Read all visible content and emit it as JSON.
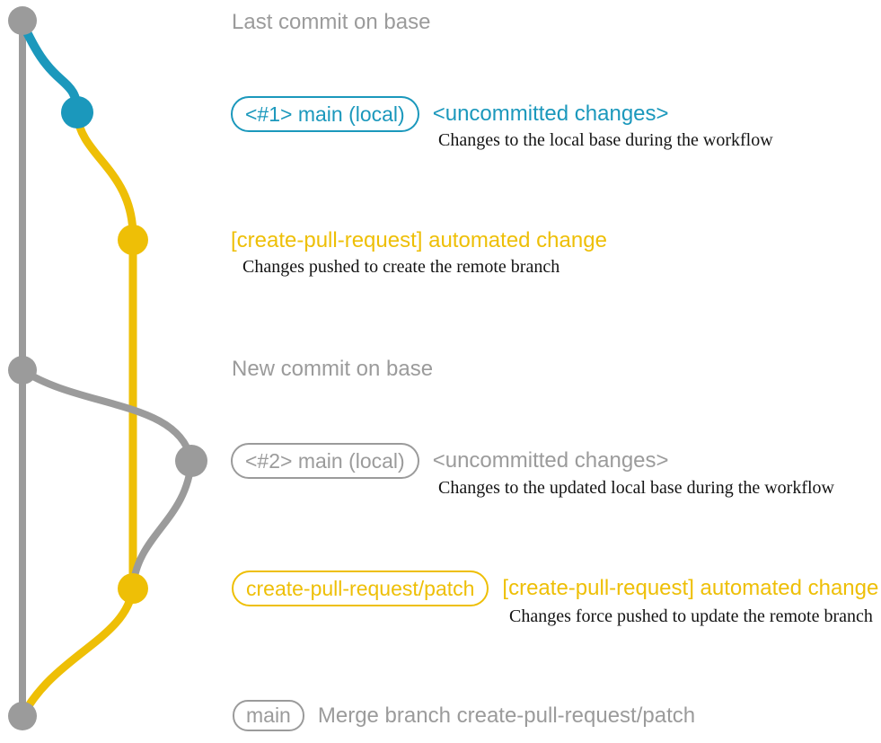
{
  "colors": {
    "gray": "#9b9b9b",
    "teal": "#1b98bc",
    "yellow": "#eebf06",
    "ink": "#141414"
  },
  "rows": [
    {
      "label": "Last commit on base"
    },
    {
      "badge": "<#1> main (local)",
      "label": "<uncommitted changes>",
      "description": "Changes to the local base during the workflow"
    },
    {
      "label": "[create-pull-request] automated change",
      "description": "Changes pushed to create the remote branch"
    },
    {
      "label": "New commit on base"
    },
    {
      "badge": "<#2> main (local)",
      "label": "<uncommitted changes>",
      "description": "Changes to the updated local base during the workflow"
    },
    {
      "badge": "create-pull-request/patch",
      "label": "[create-pull-request] automated change",
      "description": "Changes force pushed to update the remote branch"
    },
    {
      "badge": "main",
      "label": "Merge branch create-pull-request/patch"
    }
  ],
  "graph": {
    "branches": [
      {
        "name": "base",
        "color": "gray"
      },
      {
        "name": "main (local)",
        "color": "teal"
      },
      {
        "name": "create-pull-request/patch",
        "color": "yellow"
      }
    ],
    "commits": [
      {
        "name": "last-commit-on-base",
        "branch": "base"
      },
      {
        "name": "uncommitted-changes-1",
        "branch": "main (local)"
      },
      {
        "name": "automated-change-1",
        "branch": "create-pull-request/patch"
      },
      {
        "name": "new-commit-on-base",
        "branch": "base"
      },
      {
        "name": "uncommitted-changes-2",
        "branch": "main (local)"
      },
      {
        "name": "automated-change-2",
        "branch": "create-pull-request/patch"
      },
      {
        "name": "merge-commit",
        "branch": "base"
      }
    ]
  }
}
